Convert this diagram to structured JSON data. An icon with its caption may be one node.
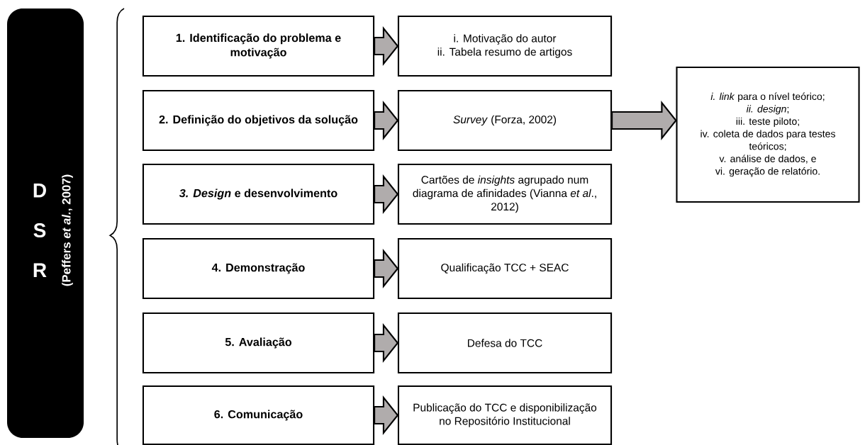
{
  "diagram": {
    "nodes": [
      {
        "text": [
          "D S R",
          "(Peffers *et al.*, 2007)"
        ]
      },
      {
        "text": [
          "1. Identificação do problema e motivação"
        ]
      },
      {
        "text": [
          "2. Definição do objetivos da solução"
        ]
      },
      {
        "text": [
          "*3. Design* e desenvolvimento"
        ]
      },
      {
        "text": [
          "4. Demonstração"
        ]
      },
      {
        "text": [
          "5. Avaliação"
        ]
      },
      {
        "text": [
          "6. Comunicação"
        ]
      },
      {
        "text": [
          "i. Motivação do autor",
          "ii. Tabela resumo de artigos"
        ]
      },
      {
        "text": [
          "*Survey* (Forza, 2002)"
        ]
      },
      {
        "text": [
          "Cartões de *insights* agrupado num diagrama de afinidades (Vianna *et al*., 2012)"
        ]
      },
      {
        "text": [
          "Qualificação TCC + SEAC"
        ]
      },
      {
        "text": [
          "Defesa do TCC"
        ]
      },
      {
        "text": [
          "Publicação do TCC e disponibilização no Repositório Institucional"
        ]
      },
      {
        "text": [
          "*i.* *link* para o nível teórico;",
          "*ii. design*;",
          "iii. teste piloto;",
          "iv. coleta de dados para testes teóricos;",
          "v. análise de dados, e",
          "vi. geração de relatório."
        ]
      }
    ],
    "edges": [
      {
        "from": 1,
        "to": 7,
        "arrow": "to"
      },
      {
        "from": 2,
        "to": 8,
        "arrow": "to"
      },
      {
        "from": 3,
        "to": 9,
        "arrow": "to"
      },
      {
        "from": 4,
        "to": 10,
        "arrow": "to"
      },
      {
        "from": 5,
        "to": 11,
        "arrow": "to"
      },
      {
        "from": 6,
        "to": 12,
        "arrow": "to"
      },
      {
        "from": 8,
        "to": 13,
        "arrow": "to"
      }
    ]
  }
}
